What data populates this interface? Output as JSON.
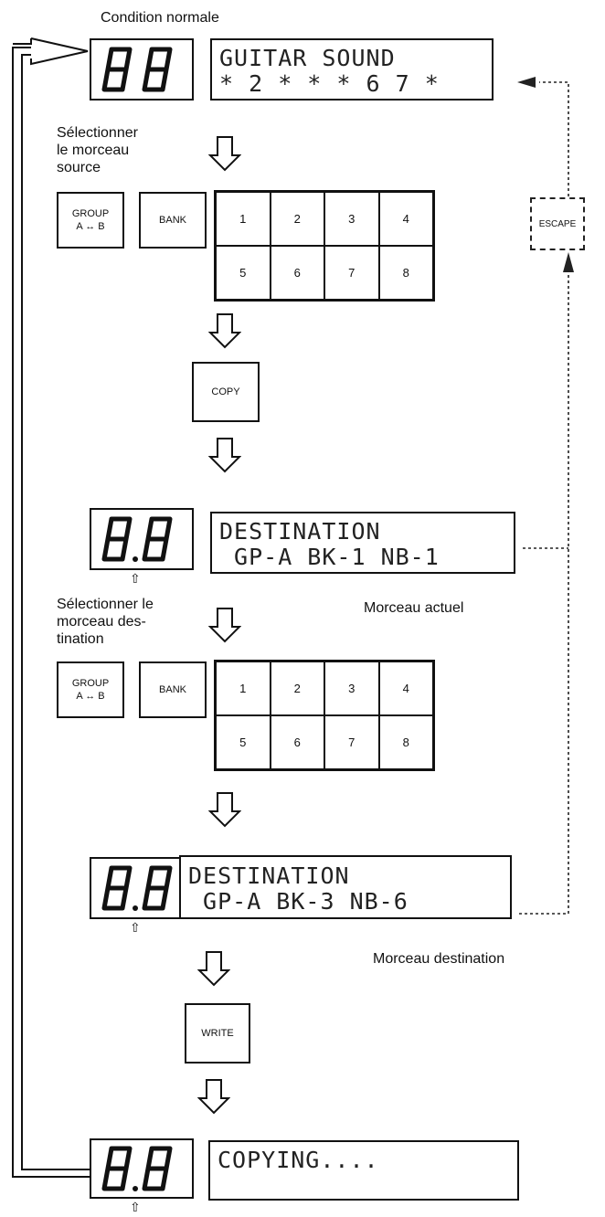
{
  "title": "Condition normale",
  "step_labels": {
    "select_source": [
      "Sélectionner",
      "le morceau",
      "source"
    ],
    "select_dest": [
      "Sélectionner le",
      "morceau des-",
      "tination"
    ],
    "current_piece": "Morceau actuel",
    "dest_piece": "Morceau destination"
  },
  "segment_displays": [
    {
      "digits": "88",
      "decimal_point": false
    },
    {
      "digits": "8.8",
      "decimal_point": true
    },
    {
      "digits": "8.8",
      "decimal_point": true
    },
    {
      "digits": "8.8",
      "decimal_point": true
    }
  ],
  "lcd": {
    "normal": {
      "line1": "GUITAR SOUND",
      "line2": "* 2 * * * 6 7 *"
    },
    "dest1": {
      "line1": "DESTINATION",
      "line2": " GP-A BK-1 NB-1"
    },
    "dest2": {
      "line1": "DESTINATION",
      "line2": " GP-A BK-3 NB-6"
    },
    "copying": {
      "line1": "COPYING....",
      "line2": ""
    }
  },
  "keys": {
    "group_line1": "GROUP",
    "group_line2": "A ↔ B",
    "bank": "BANK",
    "copy": "COPY",
    "write": "WRITE",
    "escape": "ESCAPE"
  },
  "number_pad": [
    "1",
    "2",
    "3",
    "4",
    "5",
    "6",
    "7",
    "8"
  ],
  "caret_glyph": "⇧"
}
